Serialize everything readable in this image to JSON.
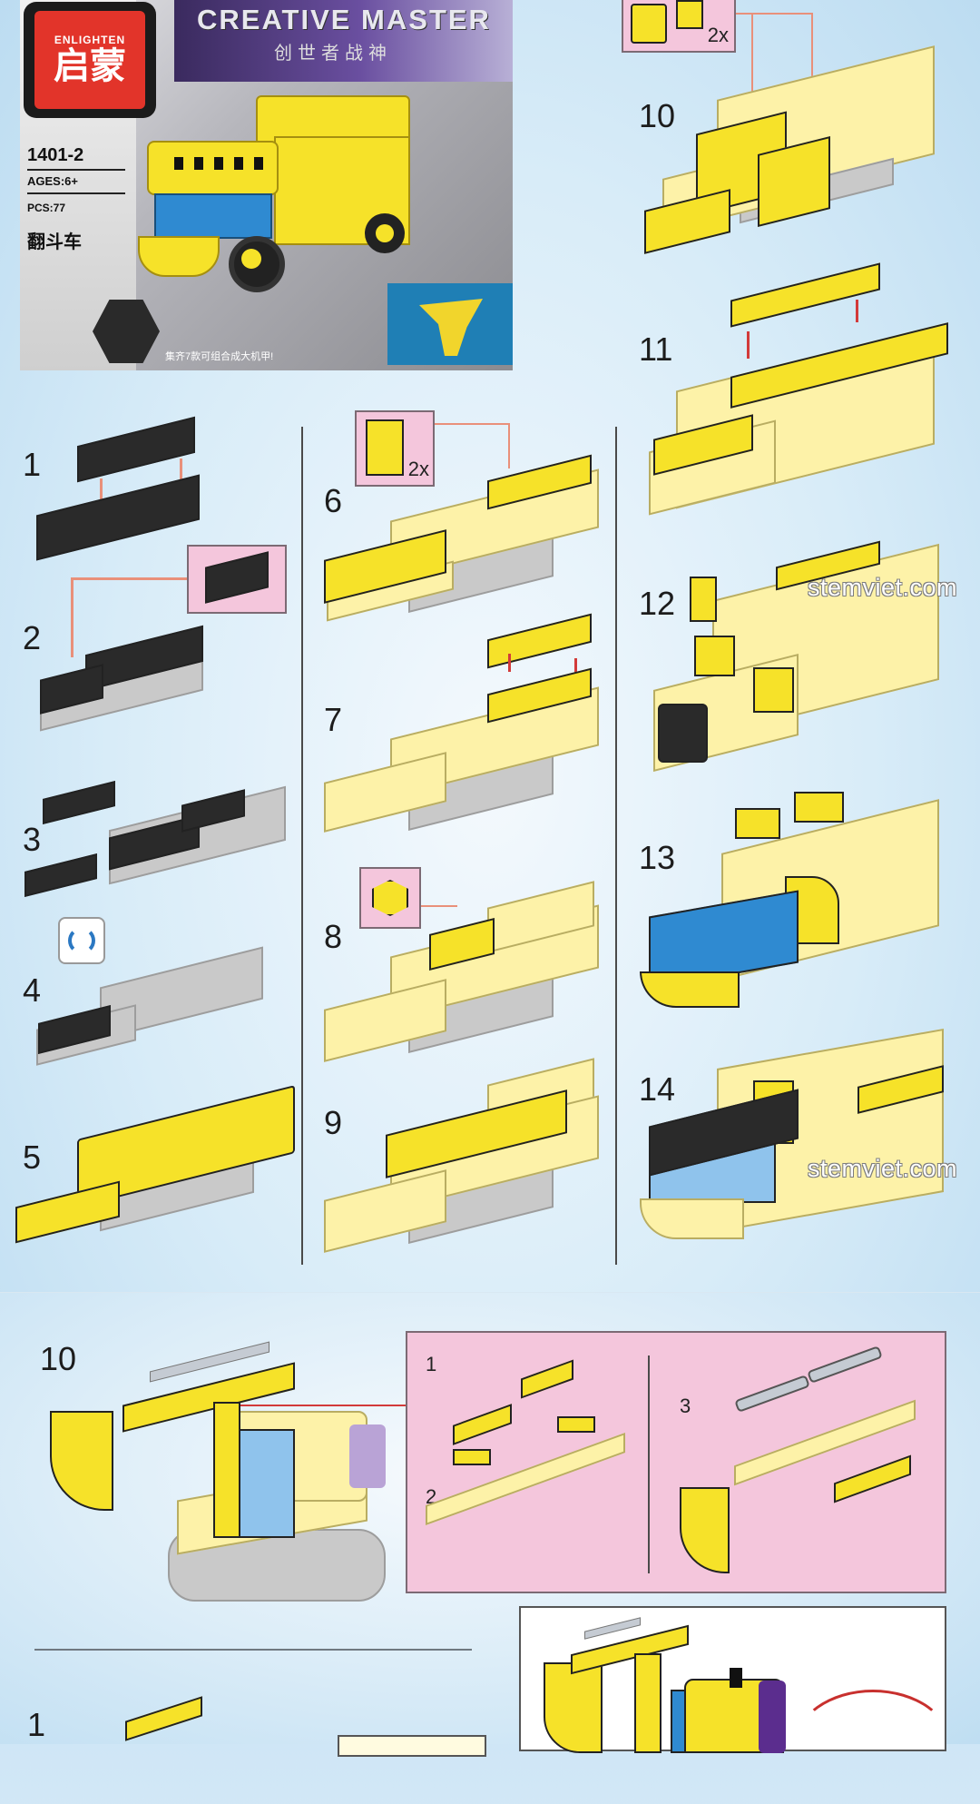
{
  "box_art": {
    "brand_en": "ENLIGHTEN",
    "brand_cn": "启蒙",
    "series_title": "CREATIVE MASTER",
    "series_subtitle_cn": "创世者战神",
    "model_number": "1401-2",
    "ages": "AGES:6+",
    "pieces": "PCS:77",
    "model_name_cn": "翻斗车",
    "caption_cn": "集齐7款可组合成大机甲!"
  },
  "page1": {
    "column1_steps": [
      {
        "num": "1"
      },
      {
        "num": "2"
      },
      {
        "num": "3"
      },
      {
        "num": "4",
        "icon": "rotate-icon"
      },
      {
        "num": "5"
      }
    ],
    "column2_steps": [
      {
        "num": "6",
        "callout_qty": "2x"
      },
      {
        "num": "7"
      },
      {
        "num": "8"
      },
      {
        "num": "9"
      }
    ],
    "column3_steps": [
      {
        "num": "10",
        "callout_qty": "2x"
      },
      {
        "num": "11"
      },
      {
        "num": "12"
      },
      {
        "num": "13"
      },
      {
        "num": "14"
      }
    ],
    "watermarks": [
      "stemviet.com",
      "stemviet.com"
    ]
  },
  "page2": {
    "main_step": "10",
    "subassembly": {
      "substeps": [
        "1",
        "2",
        "3"
      ]
    },
    "next_step": "1"
  },
  "colors": {
    "background_blue": "#cfe6f6",
    "callout_pink": "#f4c6dc",
    "brick_yellow": "#f6e229",
    "brick_light_yellow": "#fdf2a8",
    "brick_black": "#2a2a2a",
    "brick_blue": "#2f8ad1",
    "arrow_salmon": "#e9907a",
    "arrow_red": "#d23a3a",
    "logo_red": "#e2342a"
  }
}
